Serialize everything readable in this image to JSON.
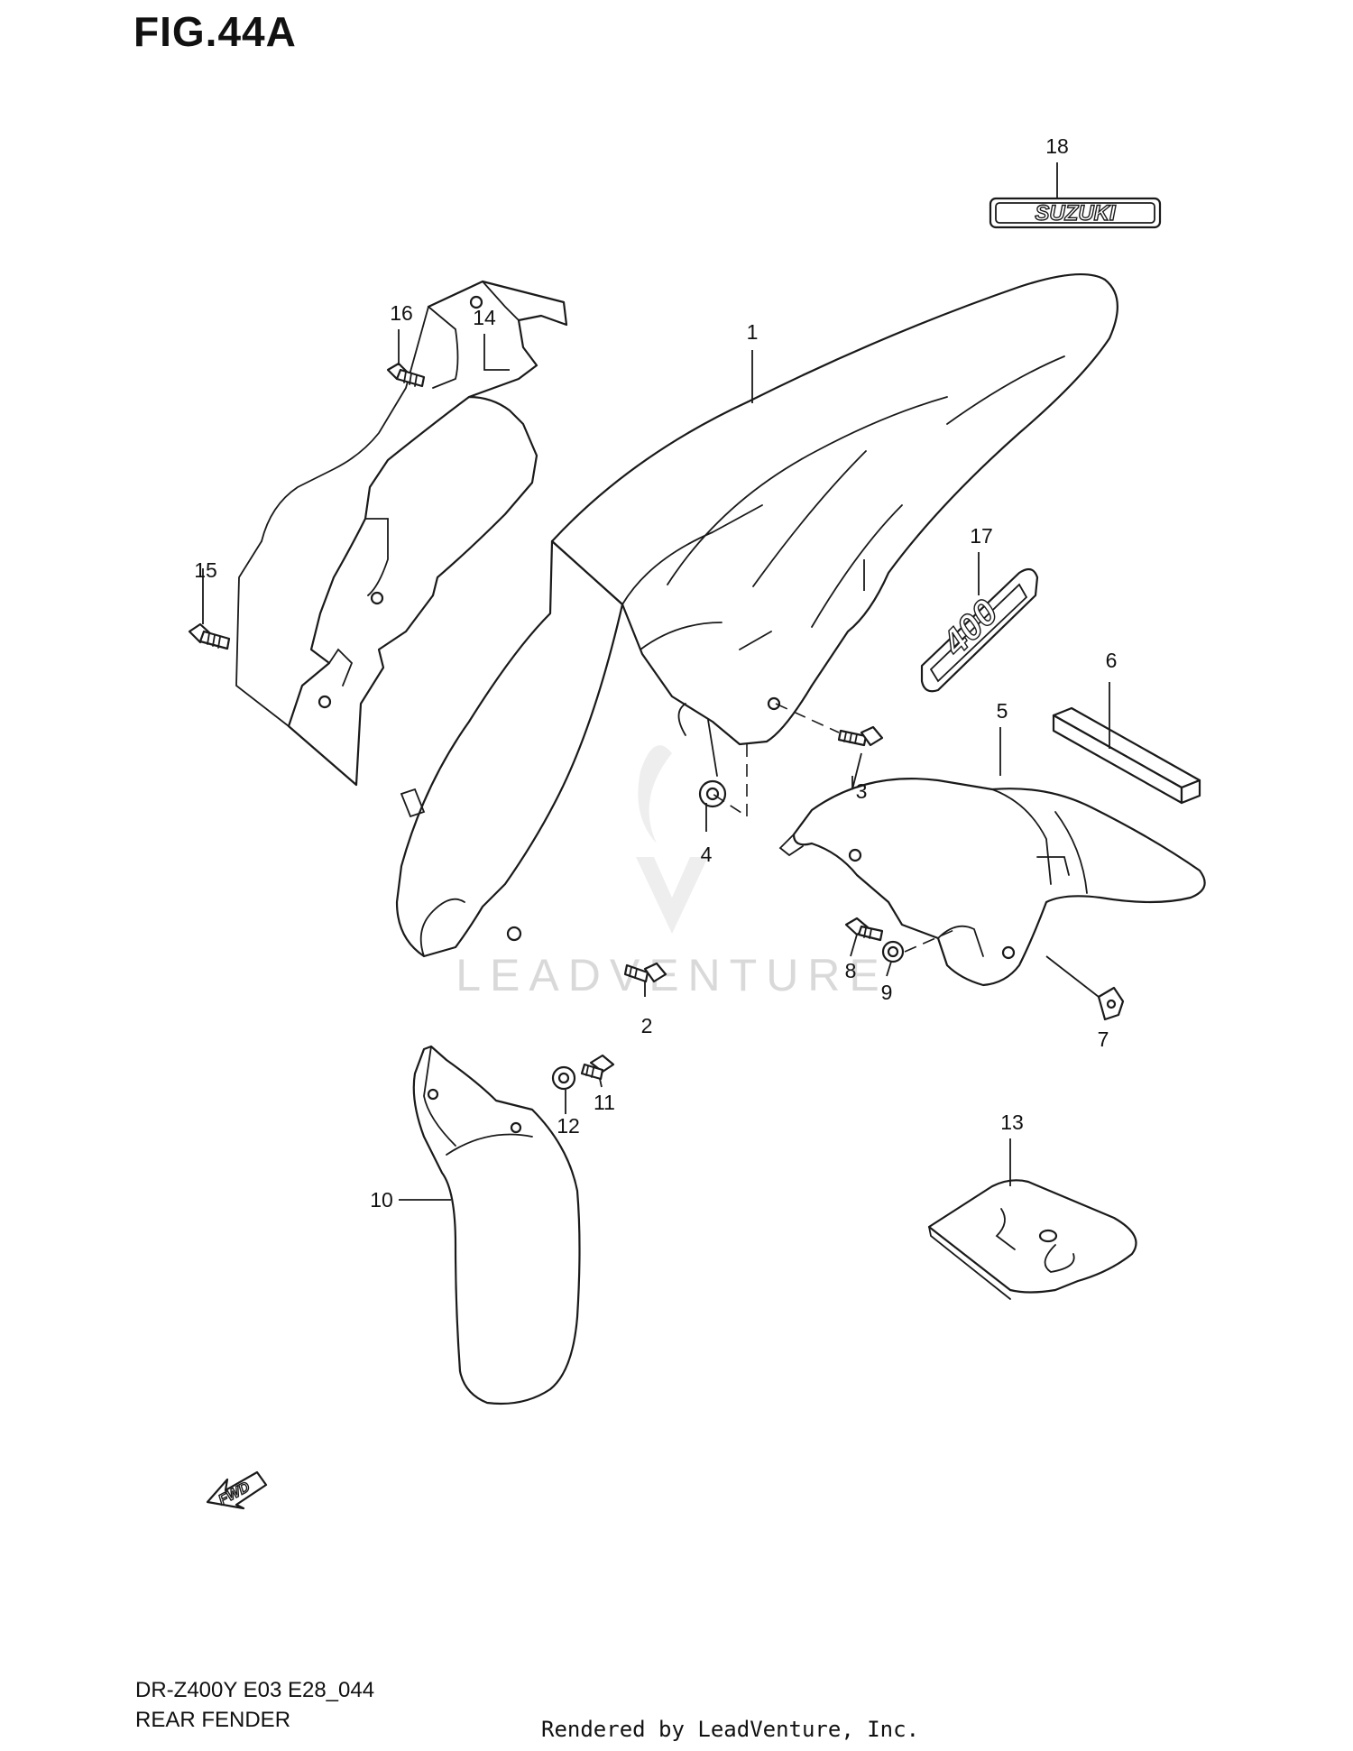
{
  "figure": {
    "title": "FIG.44A"
  },
  "callouts": [
    {
      "number": "1"
    },
    {
      "number": "2"
    },
    {
      "number": "3"
    },
    {
      "number": "4"
    },
    {
      "number": "5"
    },
    {
      "number": "6"
    },
    {
      "number": "7"
    },
    {
      "number": "8"
    },
    {
      "number": "9"
    },
    {
      "number": "10"
    },
    {
      "number": "11"
    },
    {
      "number": "12"
    },
    {
      "number": "13"
    },
    {
      "number": "14"
    },
    {
      "number": "15"
    },
    {
      "number": "16"
    },
    {
      "number": "17"
    },
    {
      "number": "18"
    }
  ],
  "decals": {
    "brand": "SUZUKI",
    "model": "400"
  },
  "direction_badge": "FWD",
  "watermark": {
    "brand": "LEADVENTURE",
    "icon": "flame-v-logo-icon"
  },
  "footer": {
    "model_code": "DR-Z400Y E03 E28_044",
    "section_name": "REAR FENDER",
    "credit": "Rendered by LeadVenture, Inc."
  }
}
